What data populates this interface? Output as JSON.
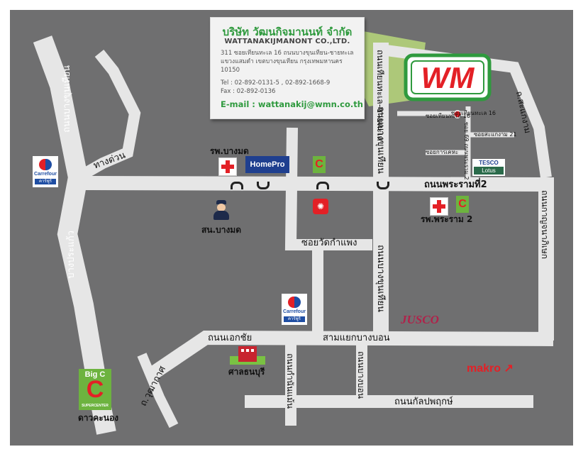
{
  "company": {
    "name_th": "บริษัท วัฒนกิจมานนท์ จำกัด",
    "name_en": "WATTANAKIJMANONT CO.,LTD.",
    "address": "311 ซอยเทียนทะเล 16 ถนนบางขุนเทียน-ชายทะเล แขวงแสมดำ เขตบางขุนเทียน กรุงเทพมหานคร 10150",
    "tel": "Tel : 02-892-0131-5 , 02-892-1668-9",
    "fax": "Fax : 02-892-0136",
    "email": "E-mail : wattanakij@wmn.co.th",
    "logo_text": "WM"
  },
  "roads": {
    "rama2": "ถนนพระรามที่2",
    "ekkachai": "ถนนเอกชัย",
    "kanlapaphruek": "ถนนกัลปพฤกษ์",
    "wat_kamphaeng": "ซอยวัดกำแพง",
    "samyaek": "สามแยกบางบอน",
    "bangpakaeo": "บางประแก้ว",
    "kanchanaphisek": "ถนนกาญจนาภิเษก",
    "bangkhunthian_left": "ถนนบางขุนเทียน",
    "bangkhunthian_center": "ถนนบางขุนเทียน",
    "thiantalay": "ถนนเทียนทะเล-ชายทะเล",
    "samaedam": "ถ.สะแกงาม",
    "thangduan": "ทางด่วน",
    "wutthakat": "ถ.วุฒากาศ",
    "kamnanmaen": "ถนนกำนันแม้น",
    "bangbon": "ถนนบางบอน",
    "bangkhuntian_vert": "ถนนบางขุนเทียน",
    "soi_thiantalay16": "ซอยเทียนทะเล 16",
    "soi_samaedam21": "ซอยสะแกงาม 21",
    "soi_kanket": "ซอยการเคหะ",
    "soi_vertical": "ซอย 69 ถนนพระราม 2"
  },
  "places": {
    "bangmod_hospital": "รพ.บางมด",
    "rama2_hospital": "รพ.พระราม 2",
    "police": "สน.บางมด",
    "sala": "ศาลธนบุรี",
    "bigc_bottom": "ดาวคะนอง",
    "homepro": "HomePro",
    "carrefour": "Carrefour",
    "carrefour_sub": "คาร์ฟูร์",
    "tesco": "TESCO",
    "lotus": "Lotus",
    "jusco": "JUSCO",
    "makro": "makro",
    "bigc": "Big C",
    "bigc_sub": "SUPERCENTER"
  },
  "colors": {
    "ground": "#6f6f70",
    "road": "#e6e6e6",
    "green_zone": "#b9d87a",
    "accent_red": "#e32026",
    "text_green": "#2f9a3e"
  }
}
